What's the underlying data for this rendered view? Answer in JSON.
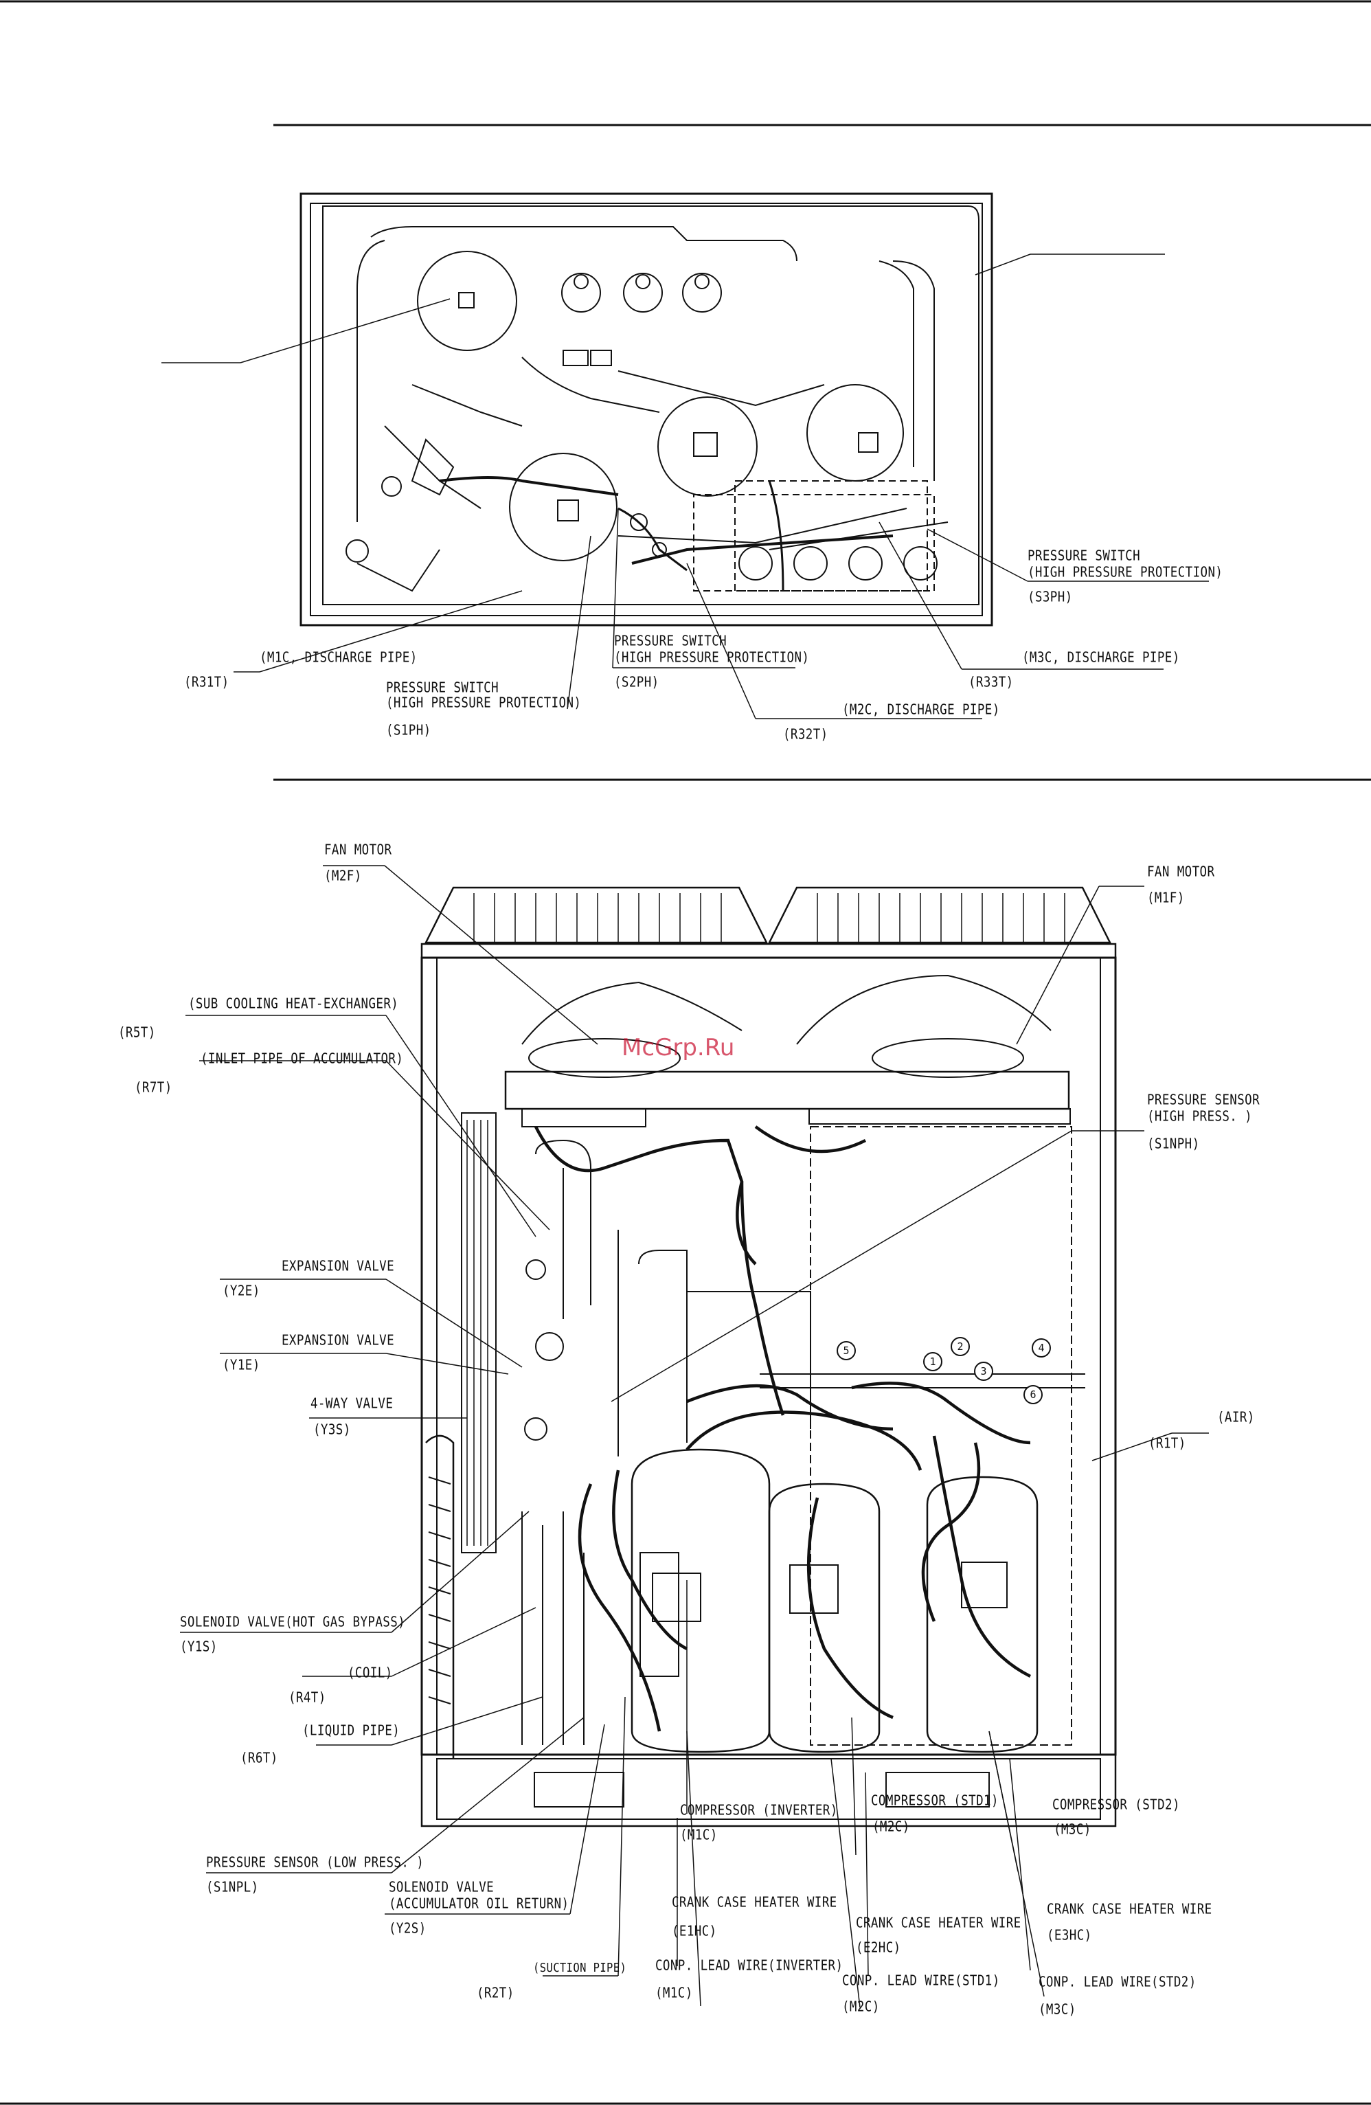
{
  "watermark": "McGrp.Ru",
  "top_view": {
    "labels": {
      "pressure_switch_s3ph_1": "PRESSURE SWITCH",
      "pressure_switch_s3ph_2": "(HIGH PRESSURE PROTECTION)",
      "s3ph": "(S3PH)",
      "m1c_discharge": "(M1C, DISCHARGE PIPE)",
      "r31t": "(R31T)",
      "pressure_switch_s1ph_1": "PRESSURE SWITCH",
      "pressure_switch_s1ph_2": "(HIGH PRESSURE PROTECTION)",
      "s1ph": "(S1PH)",
      "pressure_switch_s2ph_1": "PRESSURE SWITCH",
      "pressure_switch_s2ph_2": "(HIGH PRESSURE PROTECTION)",
      "s2ph": "(S2PH)",
      "m2c_discharge": "(M2C, DISCHARGE PIPE)",
      "r32t": "(R32T)",
      "m3c_discharge": "(M3C, DISCHARGE PIPE)",
      "r33t": "(R33T)"
    }
  },
  "front_view": {
    "labels": {
      "fan_motor_m2f": "FAN MOTOR",
      "m2f": "(M2F)",
      "fan_motor_m1f": "FAN MOTOR",
      "m1f": "(M1F)",
      "sub_cooling": "(SUB COOLING HEAT-EXCHANGER)",
      "r5t": "(R5T)",
      "inlet_pipe": "(INLET PIPE OF ACCUMULATOR)",
      "r7t": "(R7T)",
      "pressure_sensor_high_1": "PRESSURE SENSOR",
      "pressure_sensor_high_2": "(HIGH PRESS. )",
      "s1nph": "(S1NPH)",
      "expansion_valve_y2e": "EXPANSION VALVE",
      "y2e": "(Y2E)",
      "expansion_valve_y1e": "EXPANSION VALVE",
      "y1e": "(Y1E)",
      "four_way_valve": "4-WAY VALVE",
      "y3s": "(Y3S)",
      "air": "(AIR)",
      "r1t": "(R1T)",
      "solenoid_hot_gas": "SOLENOID VALVE(HOT GAS BYPASS)",
      "y1s": "(Y1S)",
      "coil": "(COIL)",
      "r4t": "(R4T)",
      "liquid_pipe": "(LIQUID PIPE)",
      "r6t": "(R6T)",
      "pressure_sensor_low": "PRESSURE SENSOR (LOW PRESS. )",
      "s1npl": "(S1NPL)",
      "solenoid_oil_1": "SOLENOID VALVE",
      "solenoid_oil_2": "(ACCUMULATOR OIL RETURN)",
      "y2s": "(Y2S)",
      "suction_pipe": "(SUCTION PIPE)",
      "r2t": "(R2T)",
      "compressor_inverter": "COMPRESSOR (INVERTER)",
      "m1c_a": "(M1C)",
      "crank_e1hc": "CRANK CASE HEATER WIRE",
      "e1hc": "(E1HC)",
      "lead_inverter": "CONP. LEAD WIRE(INVERTER)",
      "m1c_b": "(M1C)",
      "compressor_std1": "COMPRESSOR (STD1)",
      "m2c_a": "(M2C)",
      "crank_e2hc": "CRANK CASE HEATER WIRE",
      "e2hc": "(E2HC)",
      "lead_std1": "CONP. LEAD WIRE(STD1)",
      "m2c_b": "(M2C)",
      "compressor_std2": "COMPRESSOR (STD2)",
      "m3c_a": "(M3C)",
      "crank_e3hc": "CRANK CASE HEATER WIRE",
      "e3hc": "(E3HC)",
      "lead_std2": "CONP. LEAD WIRE(STD2)",
      "m3c_b": "(M3C)"
    },
    "circled_numbers": [
      "5",
      "1",
      "2",
      "3",
      "4",
      "6"
    ]
  }
}
